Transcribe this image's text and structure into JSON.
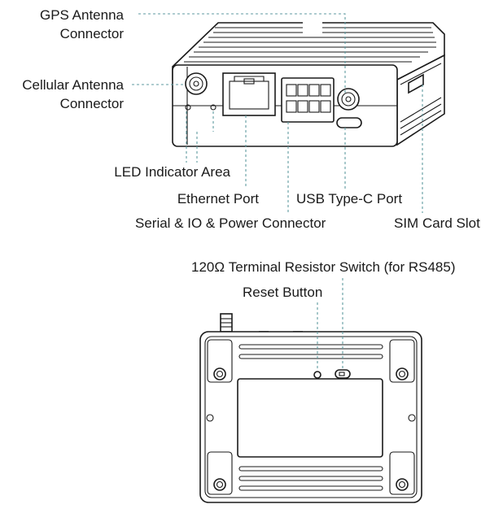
{
  "labels": {
    "gps_line1": "GPS Antenna",
    "gps_line2": "Connector",
    "cell_line1": "Cellular Antenna",
    "cell_line2": "Connector",
    "led": "LED Indicator Area",
    "ethernet": "Ethernet Port",
    "usb": "USB Type-C Port",
    "serial": "Serial & IO & Power Connector",
    "sim": "SIM Card Slot",
    "terminal": "120Ω Terminal Resistor Switch (for RS485)",
    "reset": "Reset Button"
  },
  "colors": {
    "leader_line": "#5f9aa0",
    "outline": "#1a1a1a",
    "background": "#ffffff"
  }
}
